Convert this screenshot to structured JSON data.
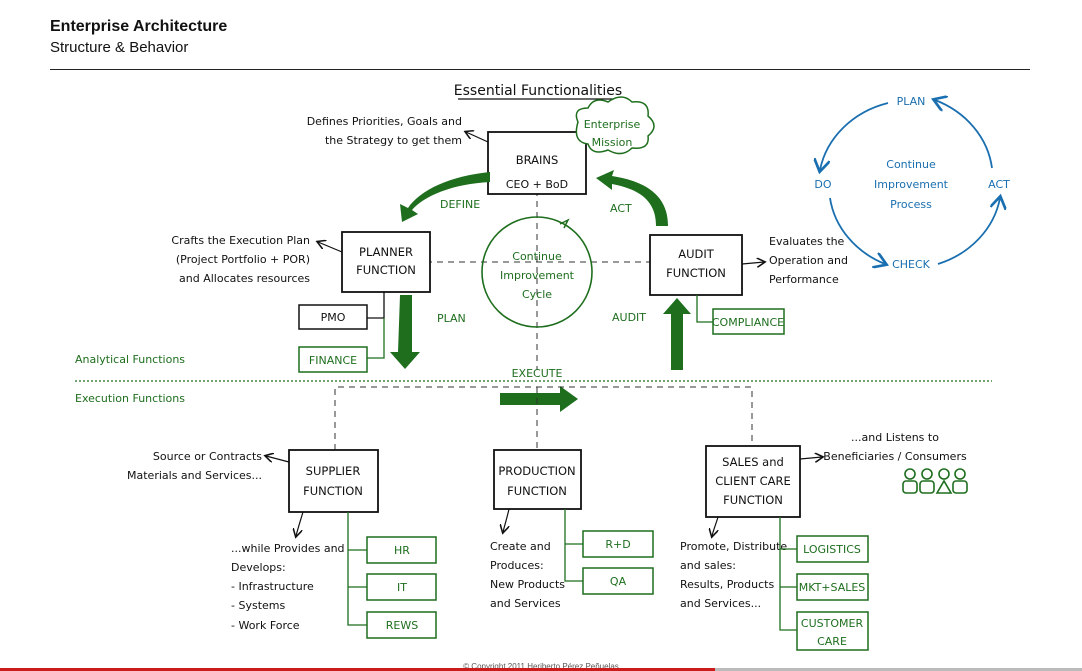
{
  "header": {
    "title": "Enterprise Architecture",
    "subtitle": "Structure & Behavior"
  },
  "diagram": {
    "title": "Essential Functionalities",
    "brains": {
      "line1": "BRAINS",
      "line2": "CEO + BoD"
    },
    "mission": {
      "line1": "Enterprise",
      "line2": "Mission"
    },
    "brains_note": {
      "line1": "Defines Priorities, Goals and",
      "line2": "the Strategy to get them"
    },
    "define_label": "DEFINE",
    "act_label": "ACT",
    "planner": {
      "line1": "PLANNER",
      "line2": "FUNCTION"
    },
    "planner_note": {
      "line1": "Crafts the Execution Plan",
      "line2": "(Project Portfolio + POR)",
      "line3": "and Allocates resources"
    },
    "pmo": "PMO",
    "finance": "FINANCE",
    "plan_label": "PLAN",
    "cycle": {
      "line1": "Continue",
      "line2": "Improvement",
      "line3": "Cycle"
    },
    "audit": {
      "line1": "AUDIT",
      "line2": "FUNCTION"
    },
    "audit_note": {
      "line1": "Evaluates the",
      "line2": "Operation and",
      "line3": "Performance"
    },
    "compliance": "COMPLIANCE",
    "audit_label": "AUDIT",
    "analytical_label": "Analytical Functions",
    "execution_label": "Execution Functions",
    "execute_label": "EXECUTE",
    "supplier": {
      "line1": "SUPPLIER",
      "line2": "FUNCTION"
    },
    "supplier_note": {
      "line1": "Source or Contracts",
      "line2": "Materials and Services..."
    },
    "supplier_provides": {
      "line1": "...while Provides and",
      "line2": "Develops:",
      "line3": "- Infrastructure",
      "line4": "- Systems",
      "line5": "- Work Force"
    },
    "hr": "HR",
    "it": "IT",
    "rews": "REWS",
    "production": {
      "line1": "PRODUCTION",
      "line2": "FUNCTION"
    },
    "production_note": {
      "line1": "Create and",
      "line2": "Produces:",
      "line3": "New Products",
      "line4": "and Services"
    },
    "rd": "R+D",
    "qa": "QA",
    "sales": {
      "line1": "SALES and",
      "line2": "CLIENT CARE",
      "line3": "FUNCTION"
    },
    "sales_note": {
      "line1": "...and Listens to",
      "line2": "Beneficiaries / Consumers"
    },
    "sales_promote": {
      "line1": "Promote, Distribute",
      "line2": "and sales:",
      "line3": "Results, Products",
      "line4": "and Services..."
    },
    "logistics": "LOGISTICS",
    "mktsales": "MKT+SALES",
    "customer_care": {
      "line1": "CUSTOMER",
      "line2": "CARE"
    },
    "pdca": {
      "plan": "PLAN",
      "do": "DO",
      "check": "CHECK",
      "act": "ACT",
      "center": {
        "line1": "Continue",
        "line2": "Improvement",
        "line3": "Process"
      }
    },
    "copyright": "© Copyright 2011 Heriberto Pérez Peñuelas"
  },
  "colors": {
    "green": "#1e6e1e",
    "blue": "#1a6fb0",
    "ink": "#111111"
  }
}
